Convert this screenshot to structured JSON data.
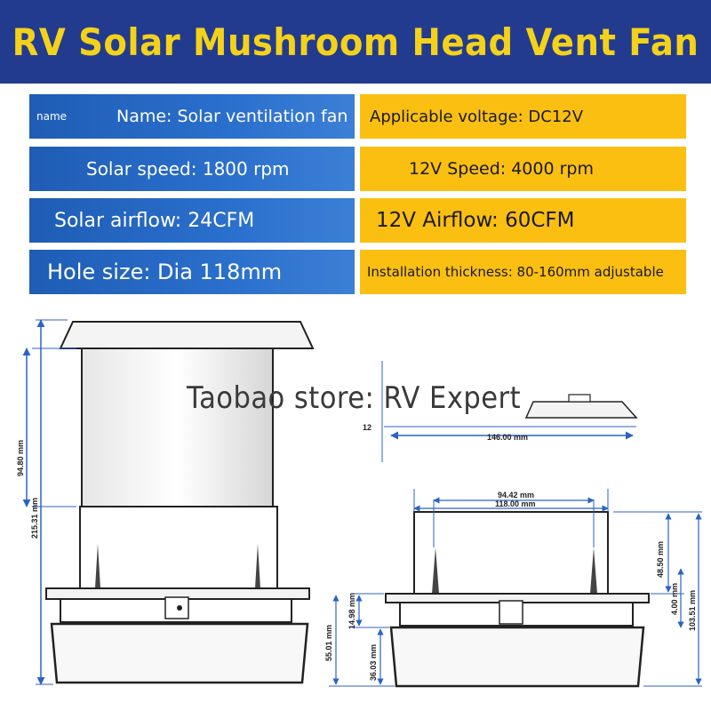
{
  "title": "RV Solar Mushroom Head Vent Fan",
  "specs": {
    "tag": "name",
    "name": "Name: Solar ventilation fan",
    "voltage": "Applicable voltage: DC12V",
    "solar_speed": "Solar speed: 1800 rpm",
    "speed_12v": "12V Speed: 4000 rpm",
    "solar_airflow": "Solar airflow: 24CFM",
    "airflow_12v": "12V Airflow: 60CFM",
    "hole_size": "Hole size: Dia 118mm",
    "thickness": "Installation thickness: 80-160mm adjustable"
  },
  "watermark": "Taobao store: RV Expert",
  "dimensions": {
    "d_94_80": "94.80 mm",
    "d_215_31": "215.31 mm",
    "d_146_00": "146.00 mm",
    "d_12": "12",
    "d_94_42": "94.42 mm",
    "d_118_00": "118.00 mm",
    "d_48_50": "48.50 mm",
    "d_4_00": "4.00 mm",
    "d_103_51": "103.51 mm",
    "d_14_98": "14.98 mm",
    "d_55_01": "55.01 mm",
    "d_36_03": "36.03 mm"
  },
  "colors": {
    "banner": "#233b8f",
    "title": "#f4d21a",
    "blue_cell": "#2a6fcc",
    "gold_cell": "#fbbf12"
  }
}
